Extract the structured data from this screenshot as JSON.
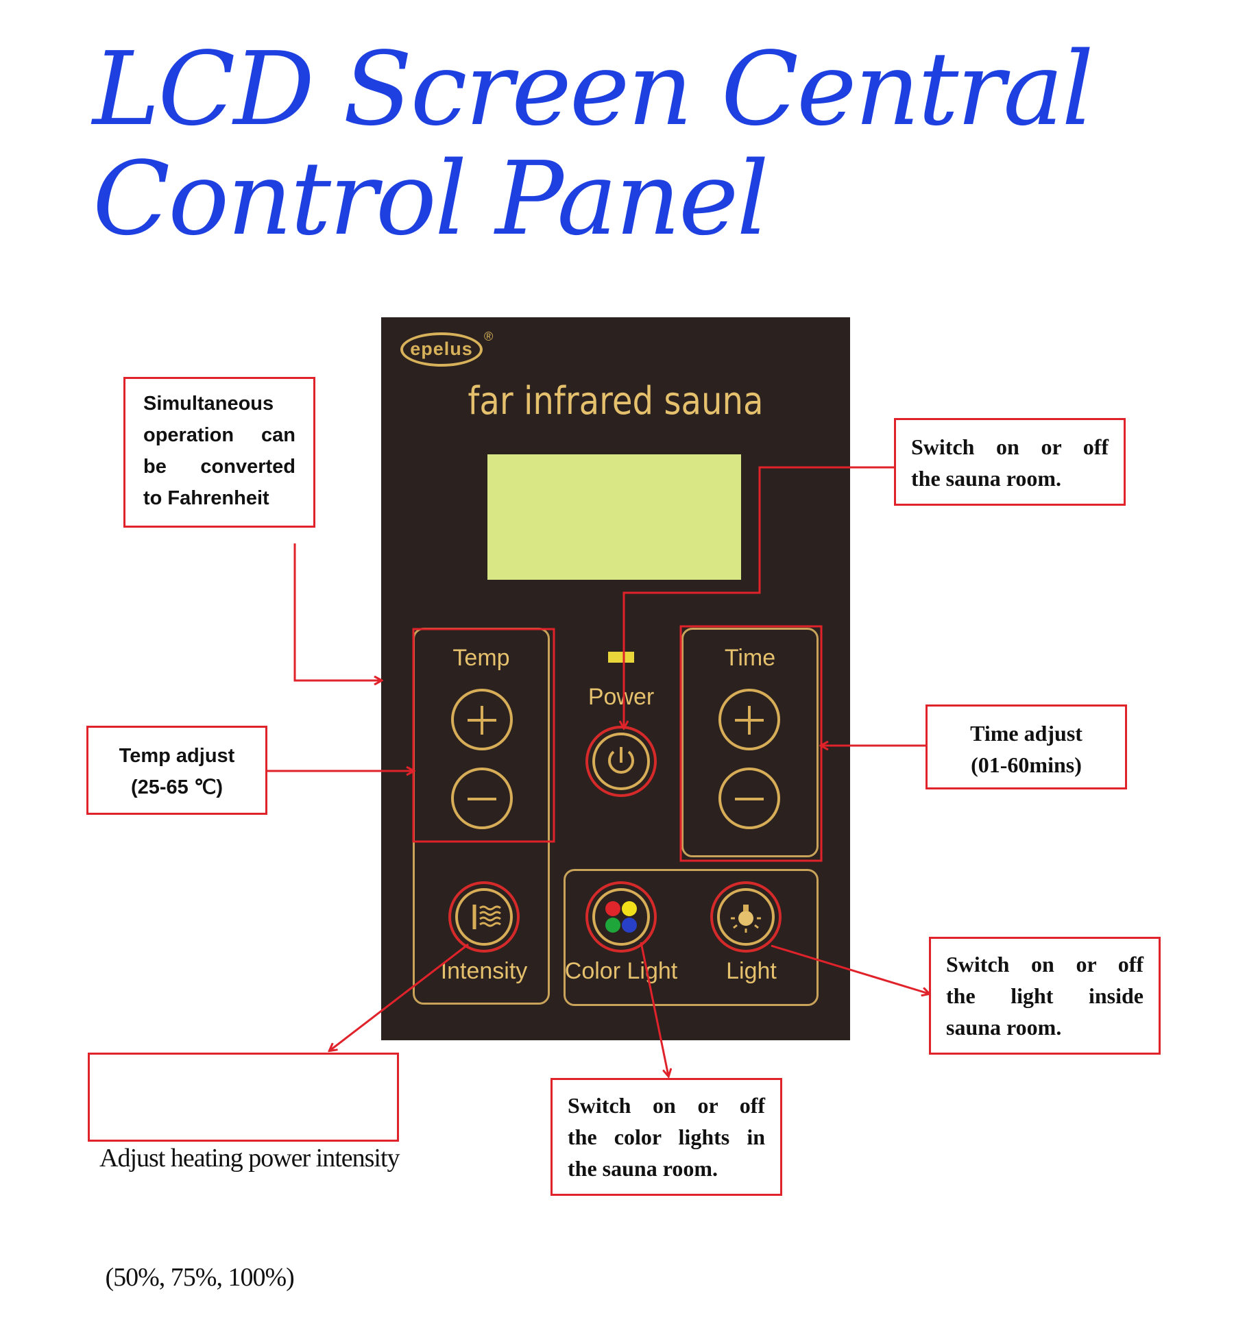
{
  "title": {
    "line1": "LCD Screen Central",
    "line2": "Control Panel"
  },
  "panel": {
    "brand": "epelus",
    "brand_mark": "®",
    "subtitle": "far infrared sauna",
    "temp_label": "Temp",
    "time_label": "Time",
    "power_label": "Power",
    "intensity_label": "Intensity",
    "color_light_label": "Color Light",
    "light_label": "Light"
  },
  "callouts": {
    "fahrenheit": [
      "Simultaneous",
      "operation can",
      "be converted",
      "to Fahrenheit"
    ],
    "power": [
      "Switch on or off",
      "the sauna room."
    ],
    "temp": [
      "Temp adjust",
      "(25-65 ℃)"
    ],
    "time": [
      "Time adjust",
      "(01-60mins)"
    ],
    "light": [
      "Switch on or off",
      "the light inside",
      "sauna room."
    ],
    "intensity": [
      "Adjust heating power intensity",
      " (50%, 75%, 100%)"
    ],
    "color_light": [
      "Switch on or off",
      "the color lights in",
      "the sauna room."
    ]
  },
  "colors": {
    "title": "#1e40e0",
    "callout_border": "#e0222a",
    "panel": "#2b211f",
    "gold": "#d7ad58",
    "lcd": "#d9e784"
  },
  "icons": [
    "power-icon",
    "intensity-icon",
    "color-light-icon",
    "bulb-icon"
  ]
}
